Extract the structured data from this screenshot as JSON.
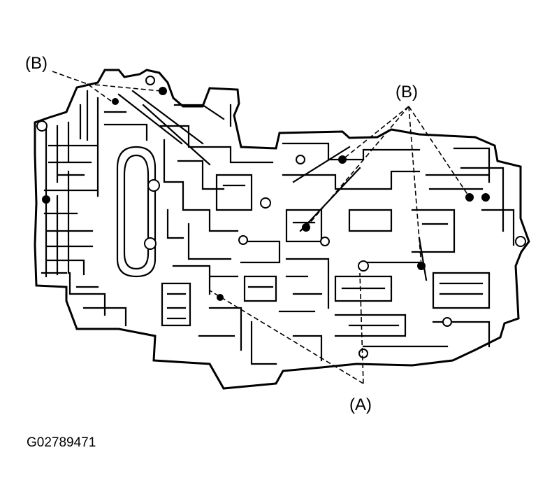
{
  "labels": {
    "callout_b_left": "(B)",
    "callout_b_right": "(B)",
    "callout_a": "(A)",
    "figure_id": "G02789471"
  },
  "colors": {
    "line": "#000000",
    "background": "#ffffff"
  }
}
